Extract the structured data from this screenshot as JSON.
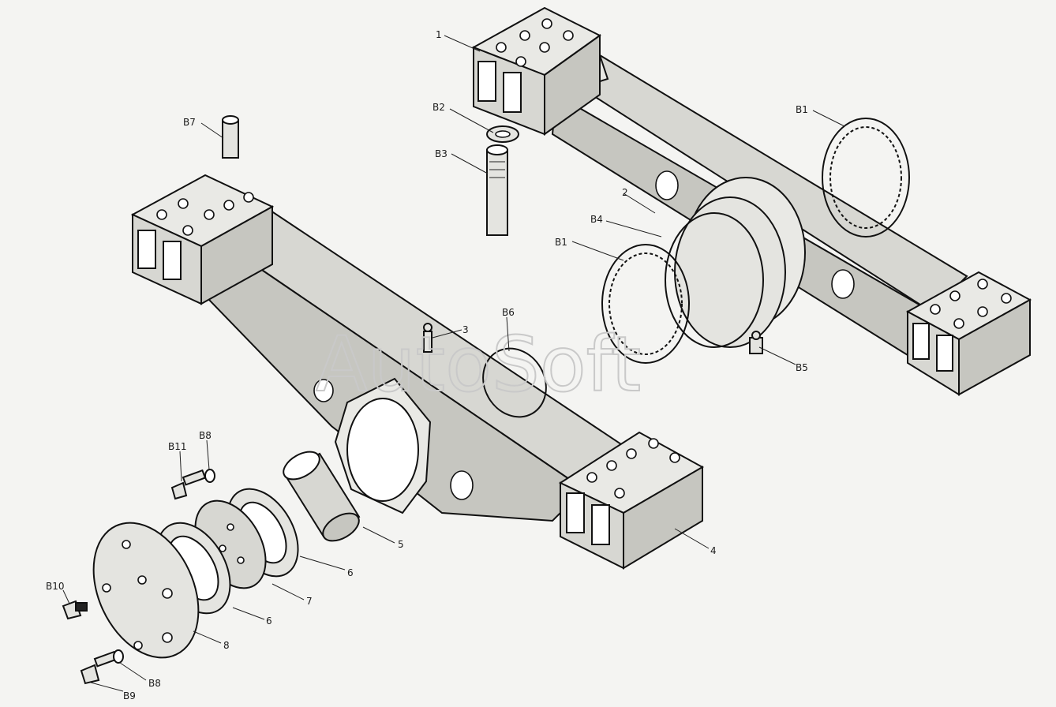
{
  "watermark": "AutoSoft",
  "callouts": [
    {
      "id": "c1",
      "text": "1"
    },
    {
      "id": "cB2",
      "text": "B2"
    },
    {
      "id": "cB3",
      "text": "B3"
    },
    {
      "id": "cB1a",
      "text": "B1"
    },
    {
      "id": "c2",
      "text": "2"
    },
    {
      "id": "cB4",
      "text": "B4"
    },
    {
      "id": "cB1b",
      "text": "B1"
    },
    {
      "id": "cB7",
      "text": "B7"
    },
    {
      "id": "c3",
      "text": "3"
    },
    {
      "id": "cB6",
      "text": "B6"
    },
    {
      "id": "cB5",
      "text": "B5"
    },
    {
      "id": "cB11",
      "text": "B11"
    },
    {
      "id": "cB8a",
      "text": "B8"
    },
    {
      "id": "c5",
      "text": "5"
    },
    {
      "id": "c4",
      "text": "4"
    },
    {
      "id": "c6a",
      "text": "6"
    },
    {
      "id": "c7",
      "text": "7"
    },
    {
      "id": "c6b",
      "text": "6"
    },
    {
      "id": "c8",
      "text": "8"
    },
    {
      "id": "cB10",
      "text": "B10"
    },
    {
      "id": "cB8b",
      "text": "B8"
    },
    {
      "id": "cB9",
      "text": "B9"
    }
  ]
}
